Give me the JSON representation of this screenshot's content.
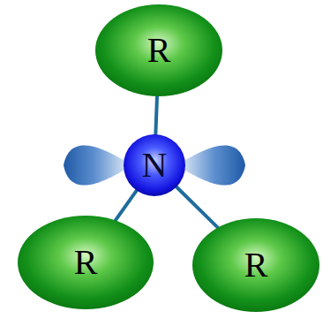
{
  "diagram": {
    "nodes": [
      {
        "text": [
          "R"
        ]
      },
      {
        "text": [
          "N"
        ]
      },
      {
        "text": [
          "R"
        ]
      },
      {
        "text": [
          "R"
        ]
      }
    ],
    "edges": [
      {
        "from": 1,
        "to": 0,
        "arrow": "none"
      },
      {
        "from": 1,
        "to": 2,
        "arrow": "none"
      },
      {
        "from": 1,
        "to": 3,
        "arrow": "none"
      }
    ]
  }
}
